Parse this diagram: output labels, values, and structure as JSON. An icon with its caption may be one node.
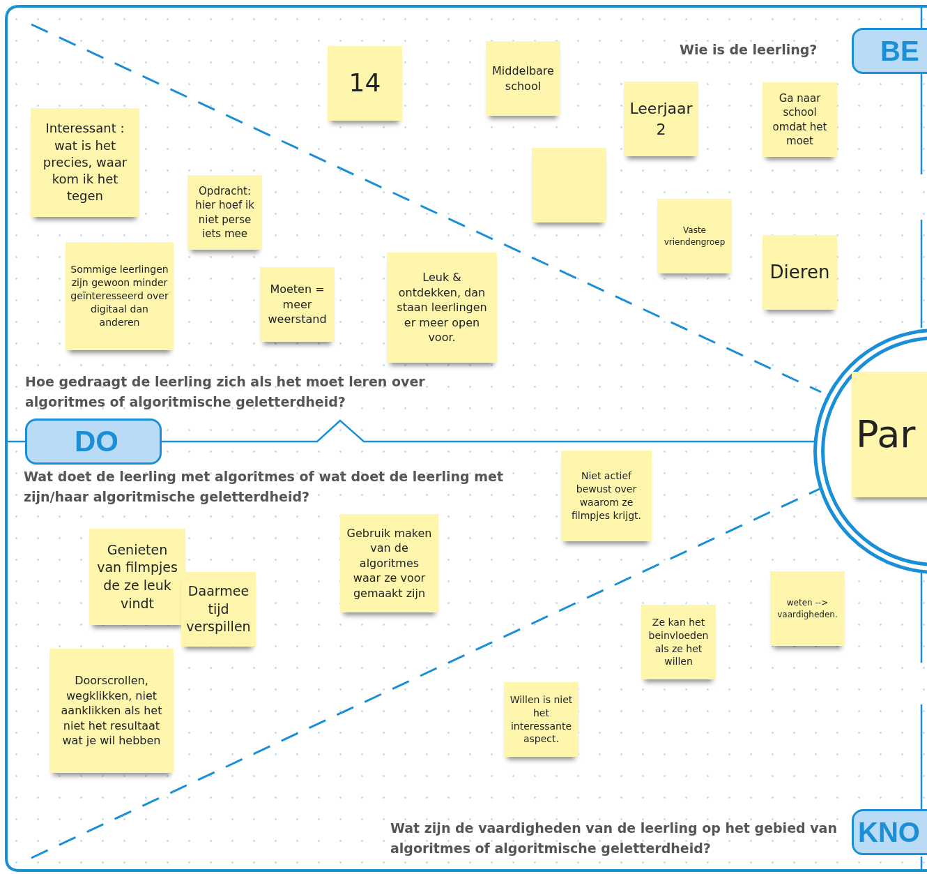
{
  "diagram": {
    "nodes": [
      {
        "text": [
          "BE"
        ]
      },
      {
        "text": [
          "14"
        ]
      },
      {
        "text": [
          "Middelbare school"
        ]
      },
      {
        "text": [
          "Leerjaar 2"
        ]
      },
      {
        "text": [
          "Ga naar school omdat het moet"
        ]
      },
      {
        "text": [
          "Interessant : wat is het precies, waar kom ik het tegen"
        ]
      },
      {
        "text": [],
        "shape": "box"
      },
      {
        "text": [
          "Opdracht: hier hoef ik niet perse iets mee"
        ]
      },
      {
        "text": [
          "Vaste vriendengroep"
        ]
      },
      {
        "text": [
          "Dieren"
        ]
      },
      {
        "text": [
          "Sommige leerlingen zijn gewoon minder geïnteresseerd over digitaal dan anderen"
        ]
      },
      {
        "text": [
          "Moeten = meer weerstand"
        ]
      },
      {
        "text": [
          "Leuk & ontdekken, dan staan leerlingen er meer open voor."
        ]
      },
      {
        "text": [],
        "shape": "circle"
      },
      {
        "text": [
          "Par"
        ],
        "in": 13
      },
      {
        "text": [
          "DO"
        ]
      },
      {
        "text": [
          "Niet actief bewust over waarom ze filmpjes krijgt."
        ]
      },
      {
        "text": [
          "Gebruik maken van de algoritmes waar ze voor gemaakt zijn"
        ]
      },
      {
        "text": [
          "Genieten van filmpjes de ze leuk vindt"
        ]
      },
      {
        "text": [
          "Daarmee tijd verspillen"
        ]
      },
      {
        "text": [
          "Ze kan het beinvloeden als ze het willen"
        ]
      },
      {
        "text": [
          "weten --> vaardigheden."
        ]
      },
      {
        "text": [
          "Doorscrollen, wegklikken, niet aanklikken als het niet het resultaat wat je wil hebben"
        ]
      },
      {
        "text": [
          "Willen is niet het interessante aspect."
        ]
      },
      {
        "text": [
          "KNO"
        ]
      }
    ],
    "labels": [
      "Wie is de leerling?",
      "Hoe gedraagt de leerling zich als het moet leren over algoritmes of algoritmische geletterdheid?",
      "Wat doet de leerling met algoritmes of wat doet de leerling met zijn/haar algoritmische geletterdheid?",
      "Wat zijn de vaardigheden van de leerling op het gebied van algoritmes of algoritmische geletterdheid?"
    ]
  }
}
